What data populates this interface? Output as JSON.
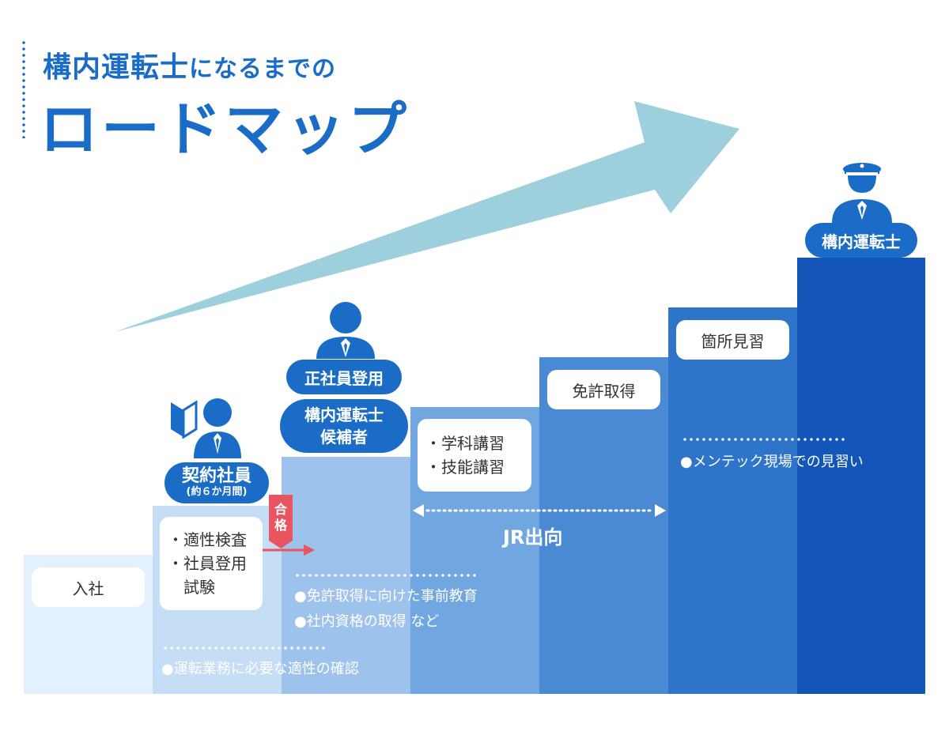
{
  "title": {
    "line1_main": "構内運転士",
    "line1_suffix": "になるまでの",
    "line2": "ロードマップ"
  },
  "steps": [
    {
      "id": "entry",
      "color": "#e3f0fd"
    },
    {
      "id": "contract",
      "color": "#c5ddf5"
    },
    {
      "id": "regular",
      "color": "#9dc3ec"
    },
    {
      "id": "training",
      "color": "#70a7e0"
    },
    {
      "id": "license",
      "color": "#4a8ad4"
    },
    {
      "id": "onsite",
      "color": "#2e74c9"
    },
    {
      "id": "driver",
      "color": "#1356b8"
    }
  ],
  "labels": {
    "entry": "入社",
    "contract_pill_main": "契約社員",
    "contract_pill_sub": "(約６か月間)",
    "contract_box": [
      "・適性検査",
      "・社員登用",
      "　試験"
    ],
    "pass_badge": [
      "合",
      "格"
    ],
    "regular_pill": "正社員登用",
    "candidate_pill": [
      "構内運転士",
      "候補者"
    ],
    "training_box": [
      "・学科講習",
      "・技能講習"
    ],
    "license_box": "免許取得",
    "onsite_box": "箇所見習",
    "driver_pill": "構内運転士",
    "jr_label": "JR出向"
  },
  "notes": {
    "contract": "●運転業務に必要な適性の確認",
    "regular_1": "●免許取得に向けた事前教育",
    "regular_2": "●社内資格の取得 など",
    "onsite": "●メンテック現場での見習い"
  },
  "colors": {
    "brand": "#1a6cc7",
    "arrow": "#9dd0dc",
    "pass": "#e85560"
  },
  "icons": {
    "beginner_mark": "beginner-mark-icon",
    "person": "person-icon",
    "driver": "driver-cap-person-icon",
    "double_arrow": "double-arrow-icon"
  }
}
